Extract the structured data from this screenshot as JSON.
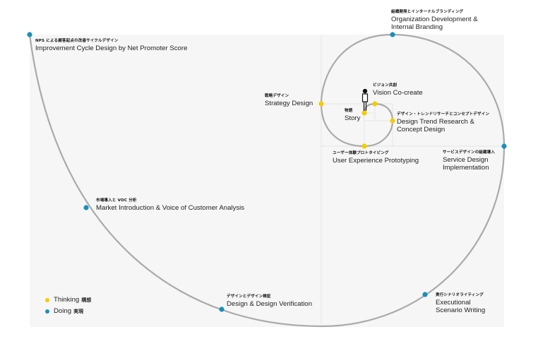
{
  "colors": {
    "thinking": "#f5cc00",
    "doing": "#1a8fbd",
    "spiral": "#aaaaaa",
    "panel": "#f6f6f6",
    "grid": "#dedede"
  },
  "legend": {
    "thinking_en": "Thinking",
    "thinking_jp": "構想",
    "doing_en": "Doing",
    "doing_jp": "実現"
  },
  "nodes": {
    "nps": {
      "jp": "NPS による顧客起点の改善サイクルデザイン",
      "en": "Improvement Cycle Design by Net Promoter Score",
      "kind": "doing"
    },
    "org": {
      "jp": "組織開発とインターナルブランディング",
      "en1": "Organization Development &",
      "en2": "Internal Branding",
      "kind": "doing"
    },
    "service": {
      "jp": "サービスデザインの組織導入",
      "en1": "Service Design",
      "en2": "Implementation",
      "kind": "doing"
    },
    "market": {
      "jp": "市場導入と VOC 分析",
      "en": "Market Introduction & Voice of Customer Analysis",
      "kind": "doing"
    },
    "verification": {
      "jp": "デザインとデザイン検証",
      "en": "Design & Design Verification",
      "kind": "doing"
    },
    "executional": {
      "jp": "実行シナリオライティング",
      "en1": "Executional",
      "en2": "Scenario Writing",
      "kind": "doing"
    },
    "strategy": {
      "jp": "戦略デザイン",
      "en": "Strategy Design",
      "kind": "thinking"
    },
    "vision": {
      "jp": "ビジョン共創",
      "en": "Vision Co-create",
      "kind": "thinking"
    },
    "story": {
      "jp": "物語",
      "en": "Story",
      "kind": "thinking"
    },
    "trend": {
      "jp": "デザイン・トレンドリサーチとコンセプトデザイン",
      "en1": "Design Trend Research &",
      "en2": "Concept Design",
      "kind": "thinking"
    },
    "ux": {
      "jp": "ユーザー体験プロトタイピング",
      "en": "User Experience Prototyping",
      "kind": "thinking"
    }
  }
}
